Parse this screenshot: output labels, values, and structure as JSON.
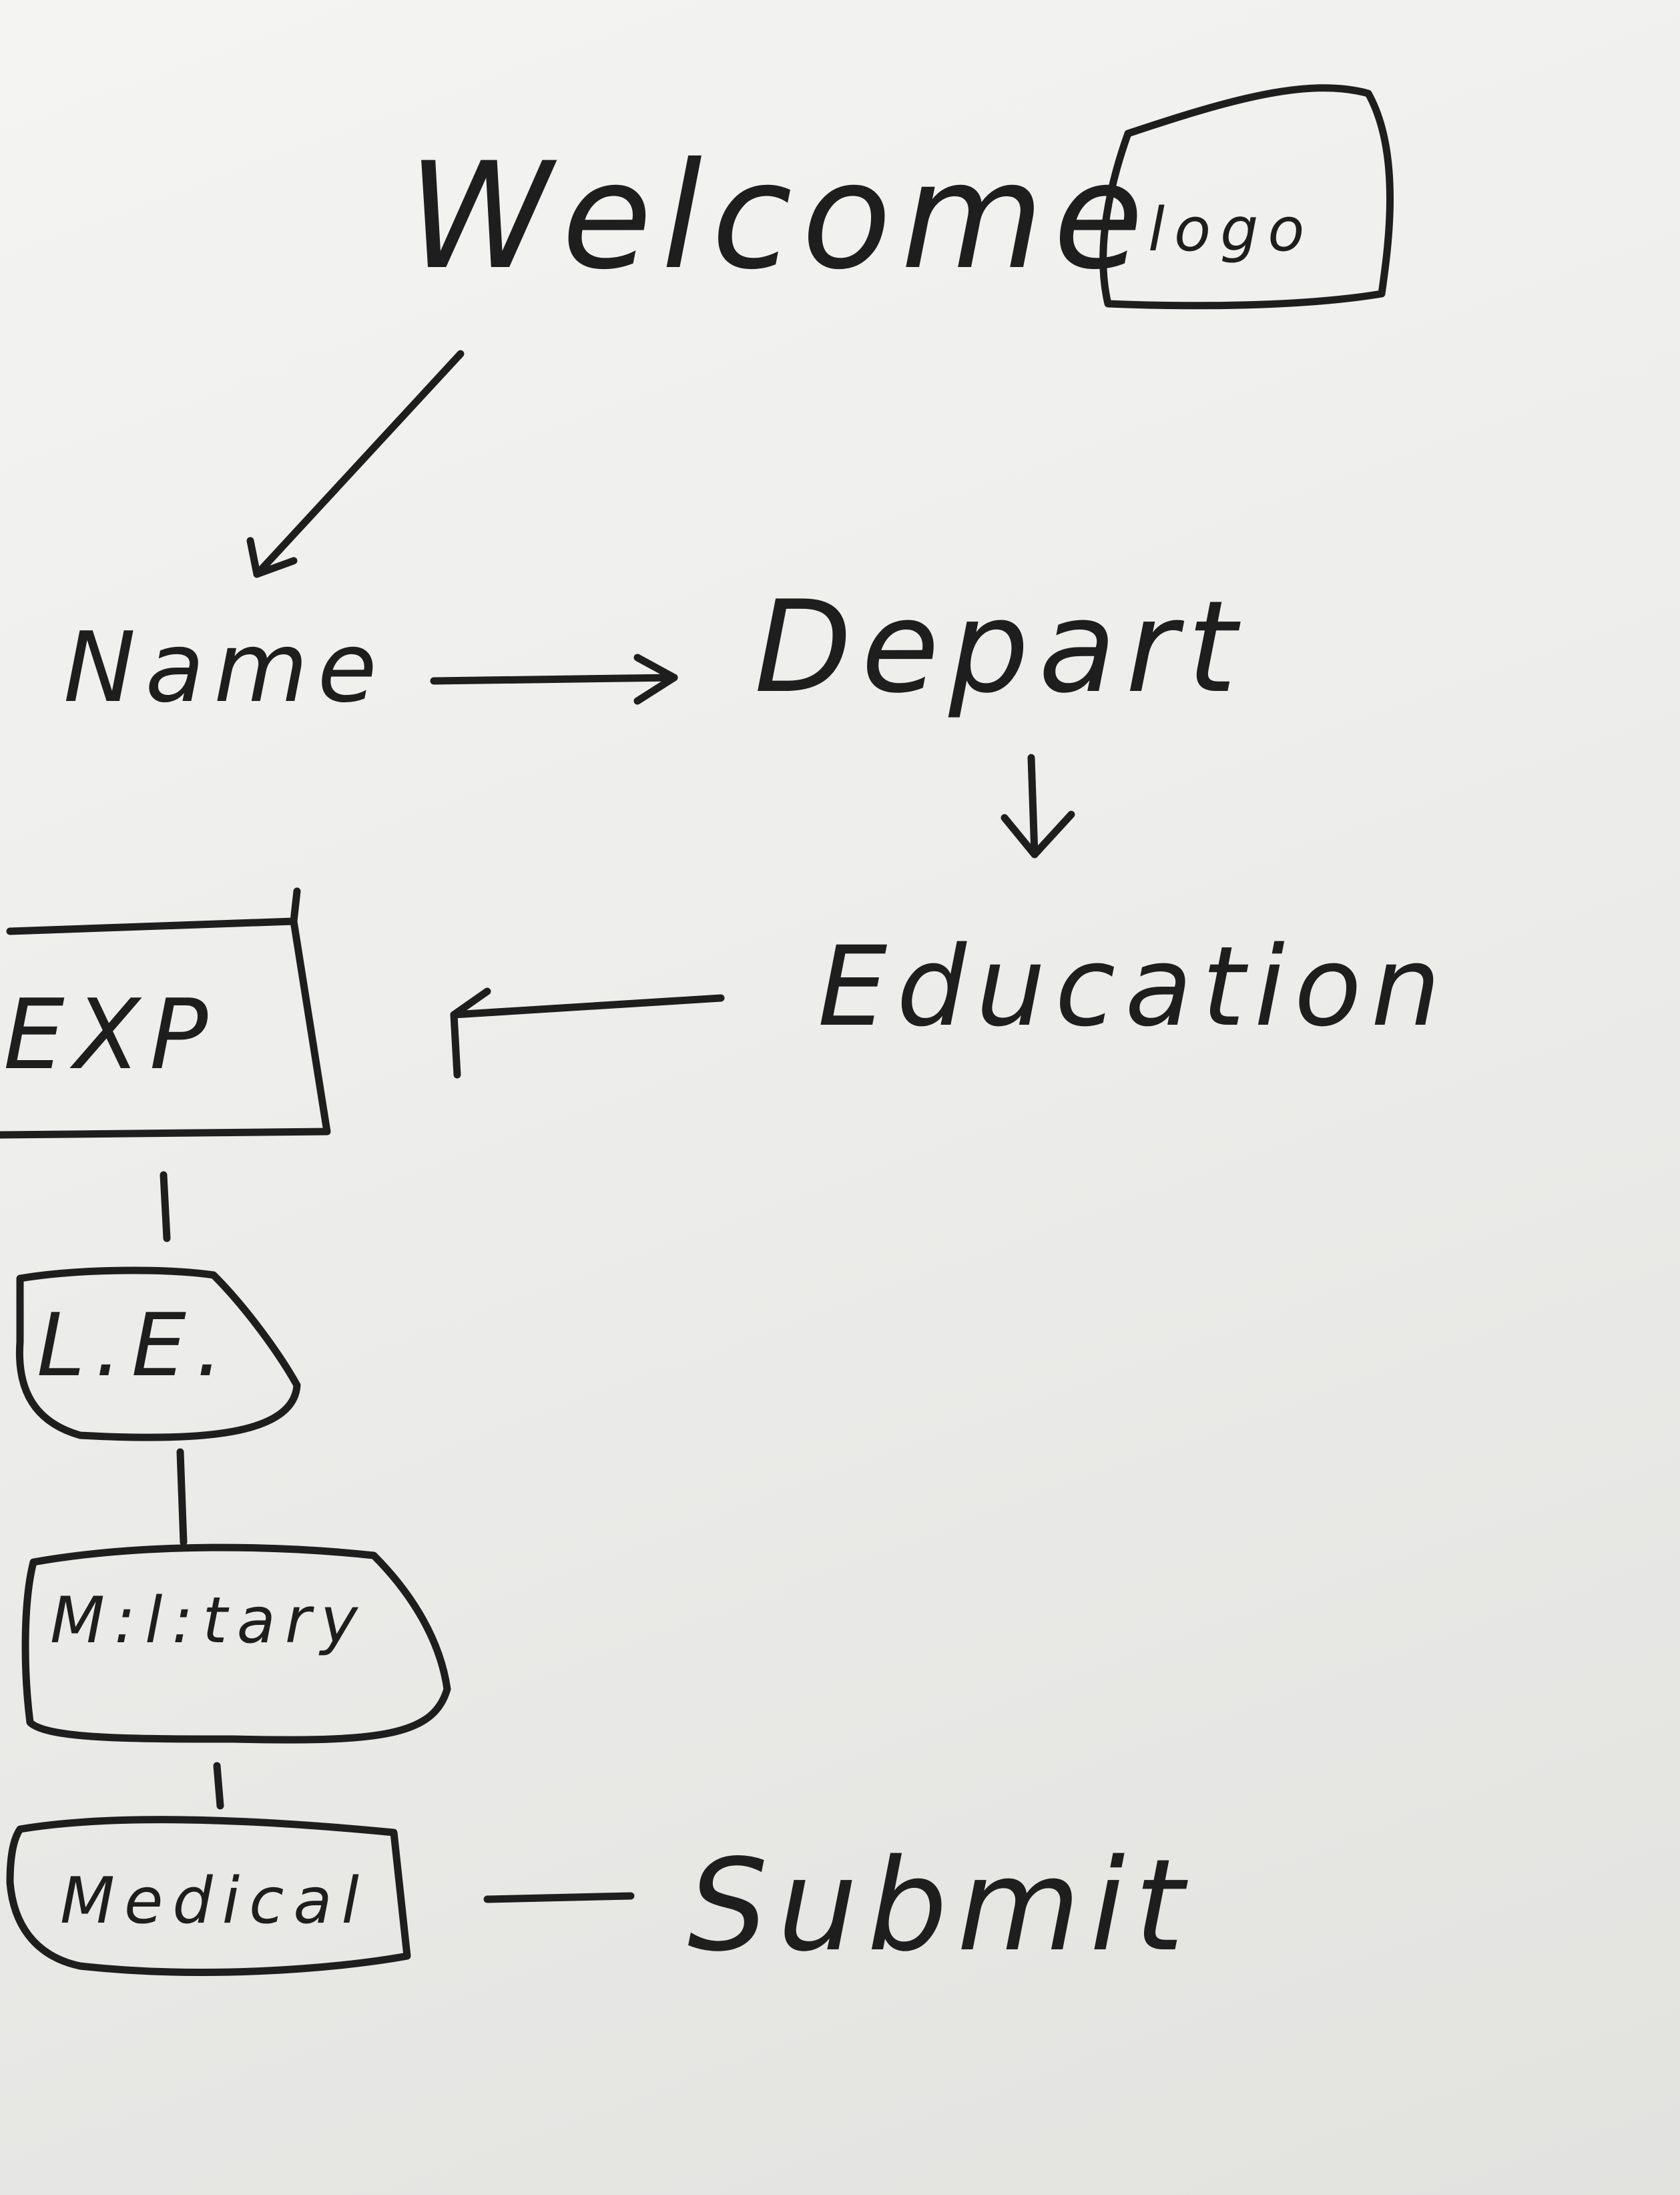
{
  "diagram": {
    "title": "Welcome",
    "logo": "logo",
    "nodes": {
      "name": "Name",
      "depart": "Depart",
      "education": "Education",
      "exp": "EXP",
      "le": "L.E.",
      "military": "M:l:tary",
      "medical": "Medical",
      "submit": "Submit"
    }
  },
  "colors": {
    "ink": "#1e1e1e",
    "paper": "#f2f2f0"
  }
}
